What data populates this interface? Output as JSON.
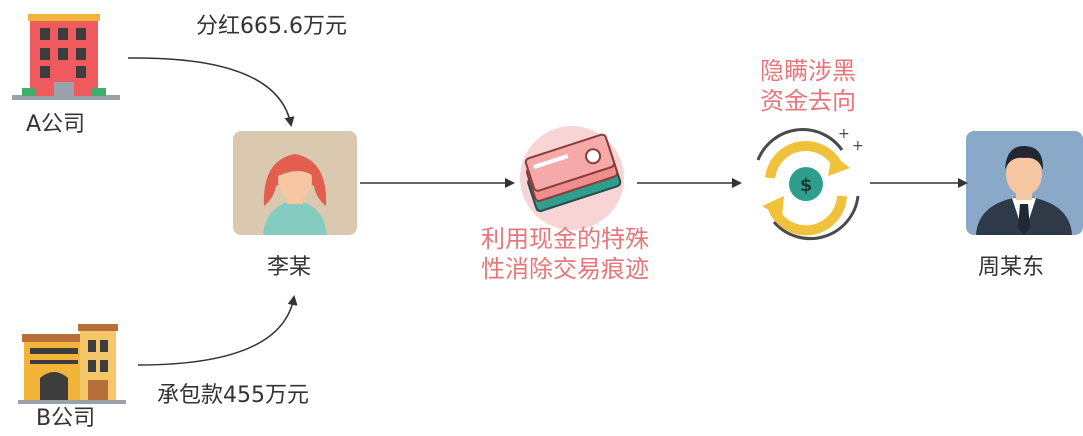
{
  "nodes": {
    "company_a": {
      "label": "A公司"
    },
    "company_b": {
      "label": "B公司"
    },
    "li": {
      "label": "李某"
    },
    "zhou": {
      "label": "周某东"
    },
    "cash_step": {
      "line1": "利用现金的特殊",
      "line2": "性消除交易痕迹"
    },
    "hide_step": {
      "line1": "隐瞒涉黑",
      "line2": "资金去向"
    }
  },
  "edges": {
    "a_to_li": {
      "label": "分红665.6万元"
    },
    "b_to_li": {
      "label": "承包款455万元"
    }
  },
  "colors": {
    "accent_red": "#e8767a",
    "text": "#333333",
    "arrow": "#333333"
  }
}
